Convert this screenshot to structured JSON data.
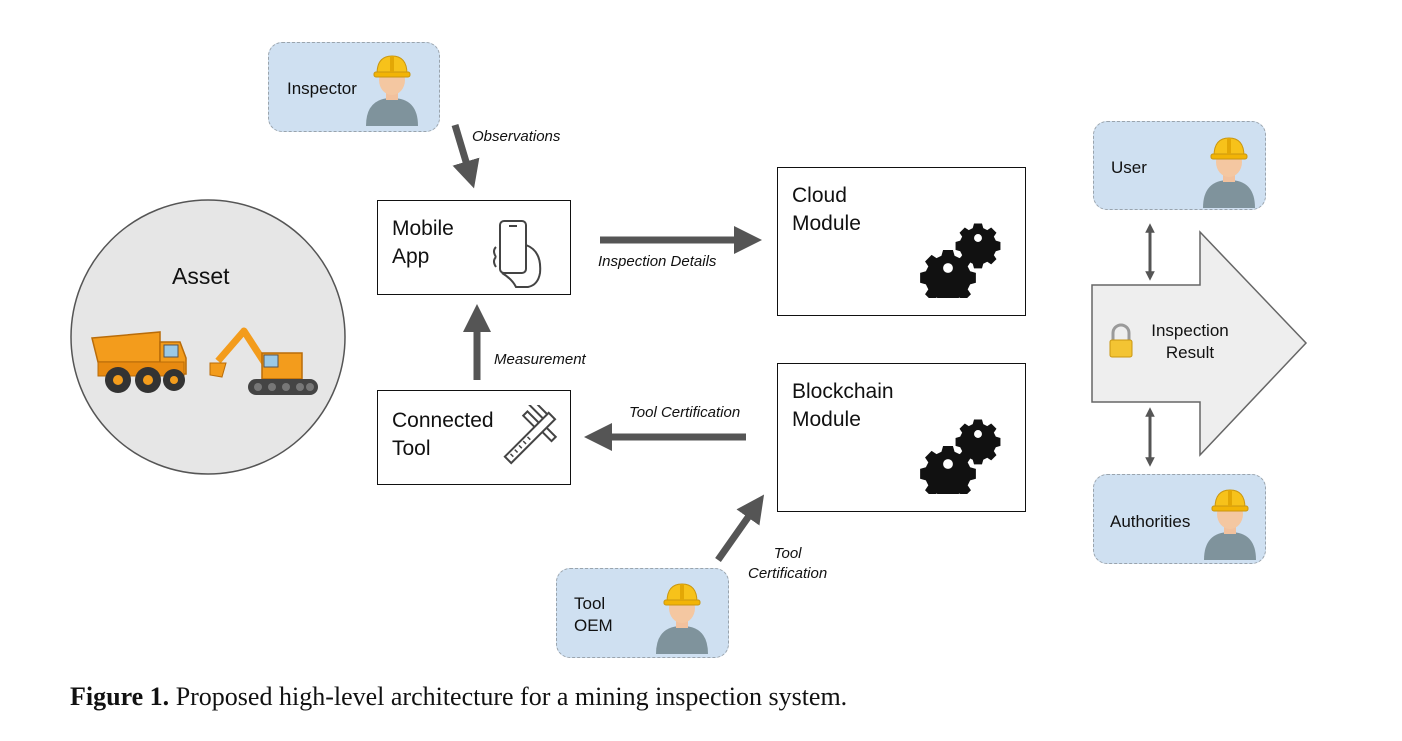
{
  "nodes": {
    "asset": "Asset",
    "inspector": "Inspector",
    "mobile_app": "Mobile\nApp",
    "connected_tool": "Connected\nTool",
    "cloud_module": "Cloud\nModule",
    "blockchain_module": "Blockchain\nModule",
    "tool_oem": "Tool\nOEM",
    "user": "User",
    "authorities": "Authorities",
    "inspection_result": "Inspection\nResult"
  },
  "edges": {
    "observations": "Observations",
    "inspection_details": "Inspection Details",
    "measurement": "Measurement",
    "tool_certification_left": "Tool Certification",
    "tool_certification_oem": "Tool\nCertification"
  },
  "caption": {
    "label": "Figure 1.",
    "text": " Proposed high-level architecture for a mining inspection system."
  },
  "icons": {
    "inspector": "worker-hardhat-icon",
    "user": "worker-hardhat-icon",
    "authorities": "worker-hardhat-icon",
    "tool_oem": "worker-hardhat-icon",
    "mobile_app": "smartphone-hand-icon",
    "connected_tool": "caliper-icon",
    "cloud_module": "gears-icon",
    "blockchain_module": "gears-icon",
    "inspection_result": "lock-icon",
    "asset_truck": "dump-truck-icon",
    "asset_excavator": "excavator-icon"
  },
  "colors": {
    "actor_fill": "#cfe0f1",
    "arrow": "#555555",
    "result_arrow_fill": "#eeeeee",
    "hardhat": "#f7c21a",
    "vehicle": "#f39c1c"
  }
}
